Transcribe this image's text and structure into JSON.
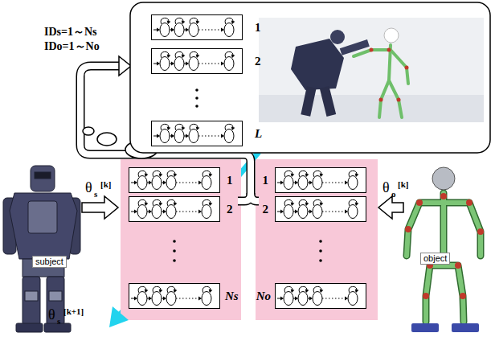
{
  "diagram": {
    "nodes": [
      {
        "text": [
          "1"
        ]
      },
      {
        "text": [
          "2"
        ]
      },
      {
        "text": [
          "L"
        ]
      },
      {
        "text": [
          "1"
        ]
      },
      {
        "text": [
          "2"
        ]
      },
      {
        "text": [
          "Ns"
        ]
      },
      {
        "text": [
          "1"
        ]
      },
      {
        "text": [
          "2"
        ]
      },
      {
        "text": [
          "No"
        ]
      }
    ],
    "labels": [
      "IDs=1～Ns",
      "IDo=1～No",
      "θ",
      "s",
      "[k]",
      "θ",
      "o",
      "[k]",
      "θ",
      "s",
      "[k+1]",
      "subject",
      "object"
    ]
  }
}
